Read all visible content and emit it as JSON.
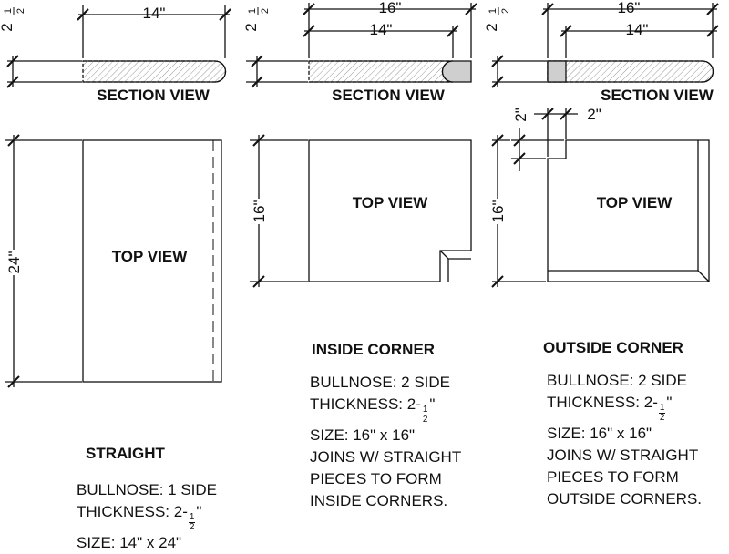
{
  "dimensions": {
    "straight_width": "14\"",
    "straight_length": "24\"",
    "thickness_whole": "2",
    "thickness_frac_num": "1",
    "thickness_frac_den": "2",
    "corner_outer": "16\"",
    "corner_inner": "14\"",
    "corner_side": "16\"",
    "notch": "2\""
  },
  "views": {
    "section": "SECTION VIEW",
    "top": "TOP VIEW"
  },
  "straight": {
    "title": "STRAIGHT",
    "bullnose": "BULLNOSE: 1 SIDE",
    "thickness": "THICKNESS: 2-",
    "size": "SIZE: 14\" x 24\""
  },
  "inside": {
    "title": "INSIDE CORNER",
    "bullnose": "BULLNOSE: 2 SIDE",
    "thickness": "THICKNESS: 2-",
    "size": "SIZE: 16\" x 16\"",
    "joins1": "JOINS W/ STRAIGHT",
    "joins2": "PIECES TO FORM",
    "joins3": "INSIDE CORNERS."
  },
  "outside": {
    "title": "OUTSIDE CORNER",
    "bullnose": "BULLNOSE: 2 SIDE",
    "thickness": "THICKNESS: 2-",
    "size": "SIZE: 16\" x 16\"",
    "joins1": "JOINS W/ STRAIGHT",
    "joins2": "PIECES TO FORM",
    "joins3": "OUTSIDE CORNERS."
  }
}
